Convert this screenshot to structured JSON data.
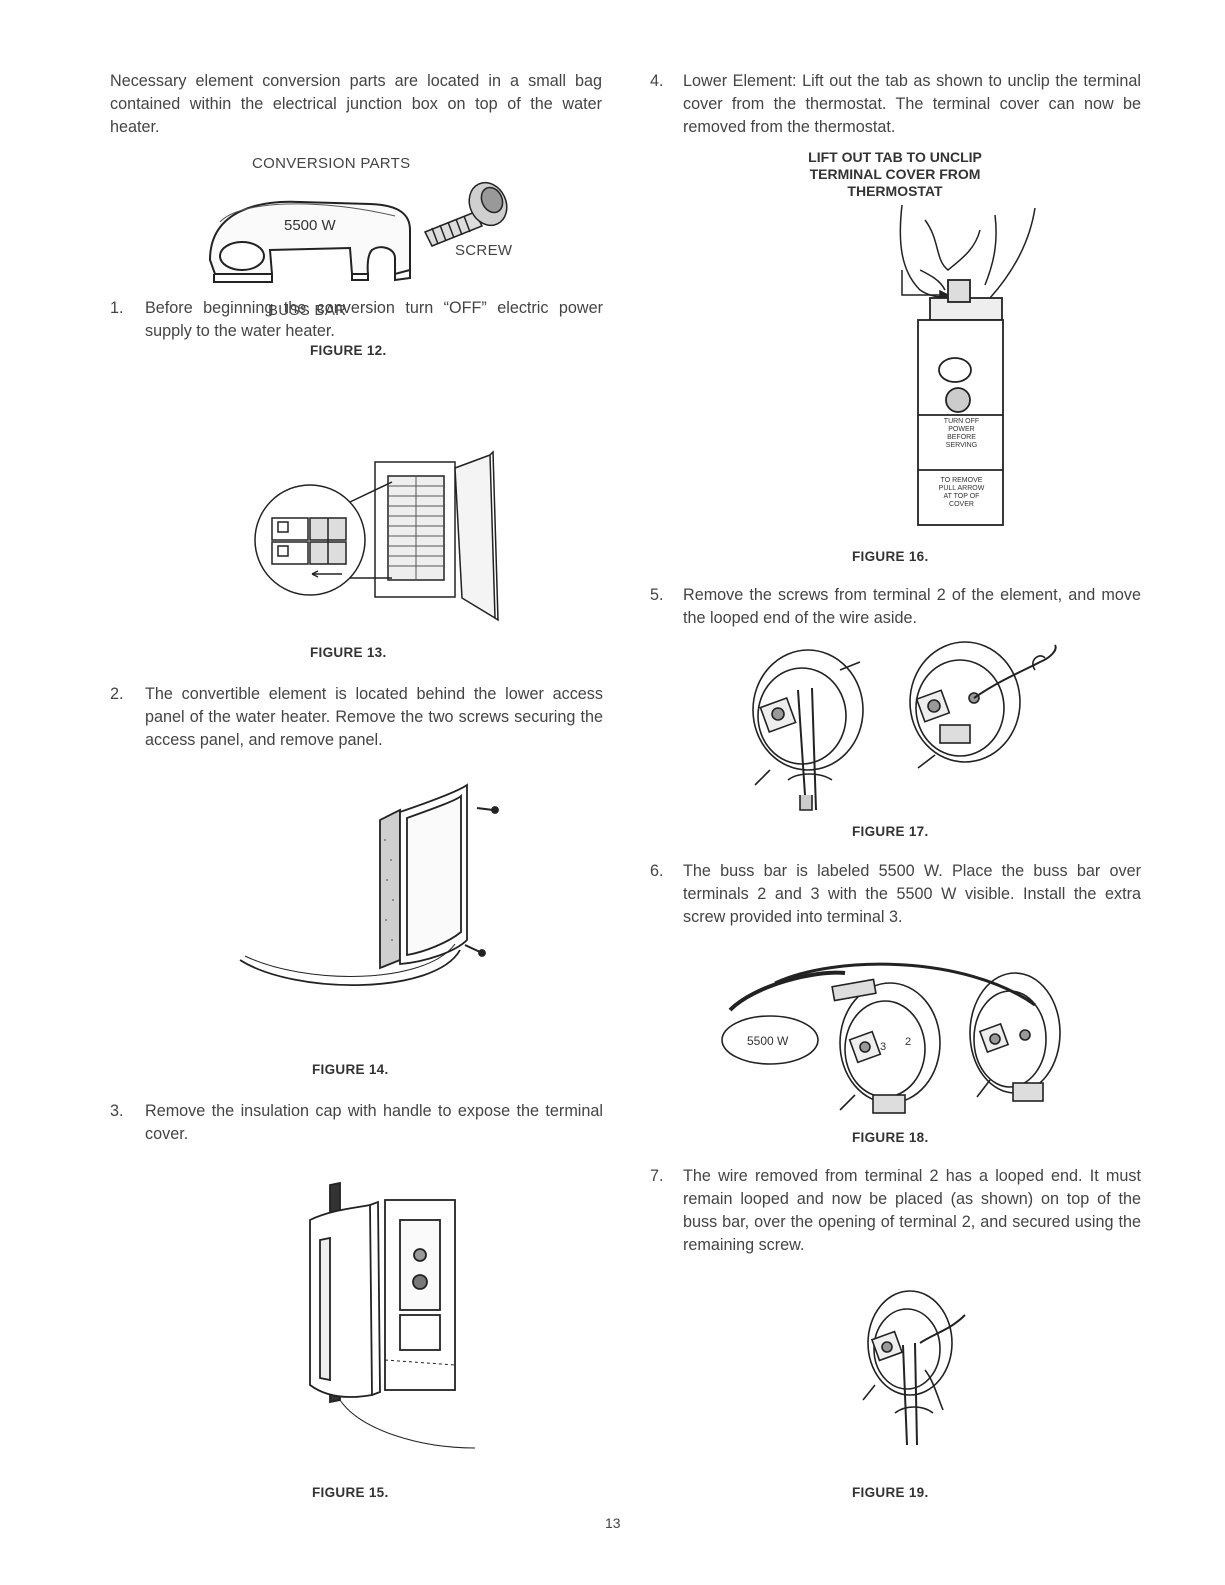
{
  "intro": "Necessary element conversion parts are located in a small bag contained within the electrical junction box on top of the water heater.",
  "fig12": {
    "title": "CONVERSION PARTS",
    "bar_text": "5500 W",
    "screw_label": "SCREW",
    "bar_label": "BUSS BAR",
    "caption": "FIGURE 12."
  },
  "steps": [
    {
      "num": "1.",
      "text": "Before beginning the conversion turn “OFF” electric power supply to the water heater."
    },
    {
      "num": "2.",
      "text": "The convertible element is located behind the lower access panel of the water heater. Remove the two screws securing the access panel, and remove panel."
    },
    {
      "num": "3.",
      "text": "Remove the insulation cap with handle to expose the terminal cover."
    },
    {
      "num": "4.",
      "text": "Lower Element: Lift out the tab as shown to unclip the terminal cover from the thermostat. The terminal cover can now be removed from the thermostat."
    },
    {
      "num": "5.",
      "text": "Remove the screws from terminal 2 of the element, and move the looped end of the wire aside."
    },
    {
      "num": "6.",
      "text": "The buss bar is labeled 5500 W. Place the buss bar over terminals 2 and 3 with the 5500 W visible. Install the extra screw provided into terminal 3."
    },
    {
      "num": "7.",
      "text": "The wire removed from terminal 2 has a looped end. It must remain looped and now be placed (as shown) on top of the buss bar, over the opening of terminal 2, and secured using the remaining screw."
    }
  ],
  "fig13": {
    "caption": "FIGURE 13."
  },
  "fig14": {
    "caption": "FIGURE 14."
  },
  "fig15": {
    "caption": "FIGURE 15."
  },
  "fig16": {
    "label_lines": [
      "LIFT OUT TAB TO UNCLIP",
      "TERMINAL COVER FROM",
      "THERMOSTAT"
    ],
    "warning_lines": [
      "TURN OFF",
      "POWER",
      "BEFORE",
      "SERVING"
    ],
    "remove_lines": [
      "TO REMOVE",
      "PULL ARROW",
      "AT TOP OF",
      "COVER"
    ],
    "caption": "FIGURE 16."
  },
  "fig17": {
    "caption": "FIGURE 17."
  },
  "fig18": {
    "bar_text": "5500 W",
    "terminal_a": "3",
    "terminal_b": "2",
    "caption": "FIGURE 18."
  },
  "fig19": {
    "caption": "FIGURE 19."
  },
  "page_number": "13"
}
